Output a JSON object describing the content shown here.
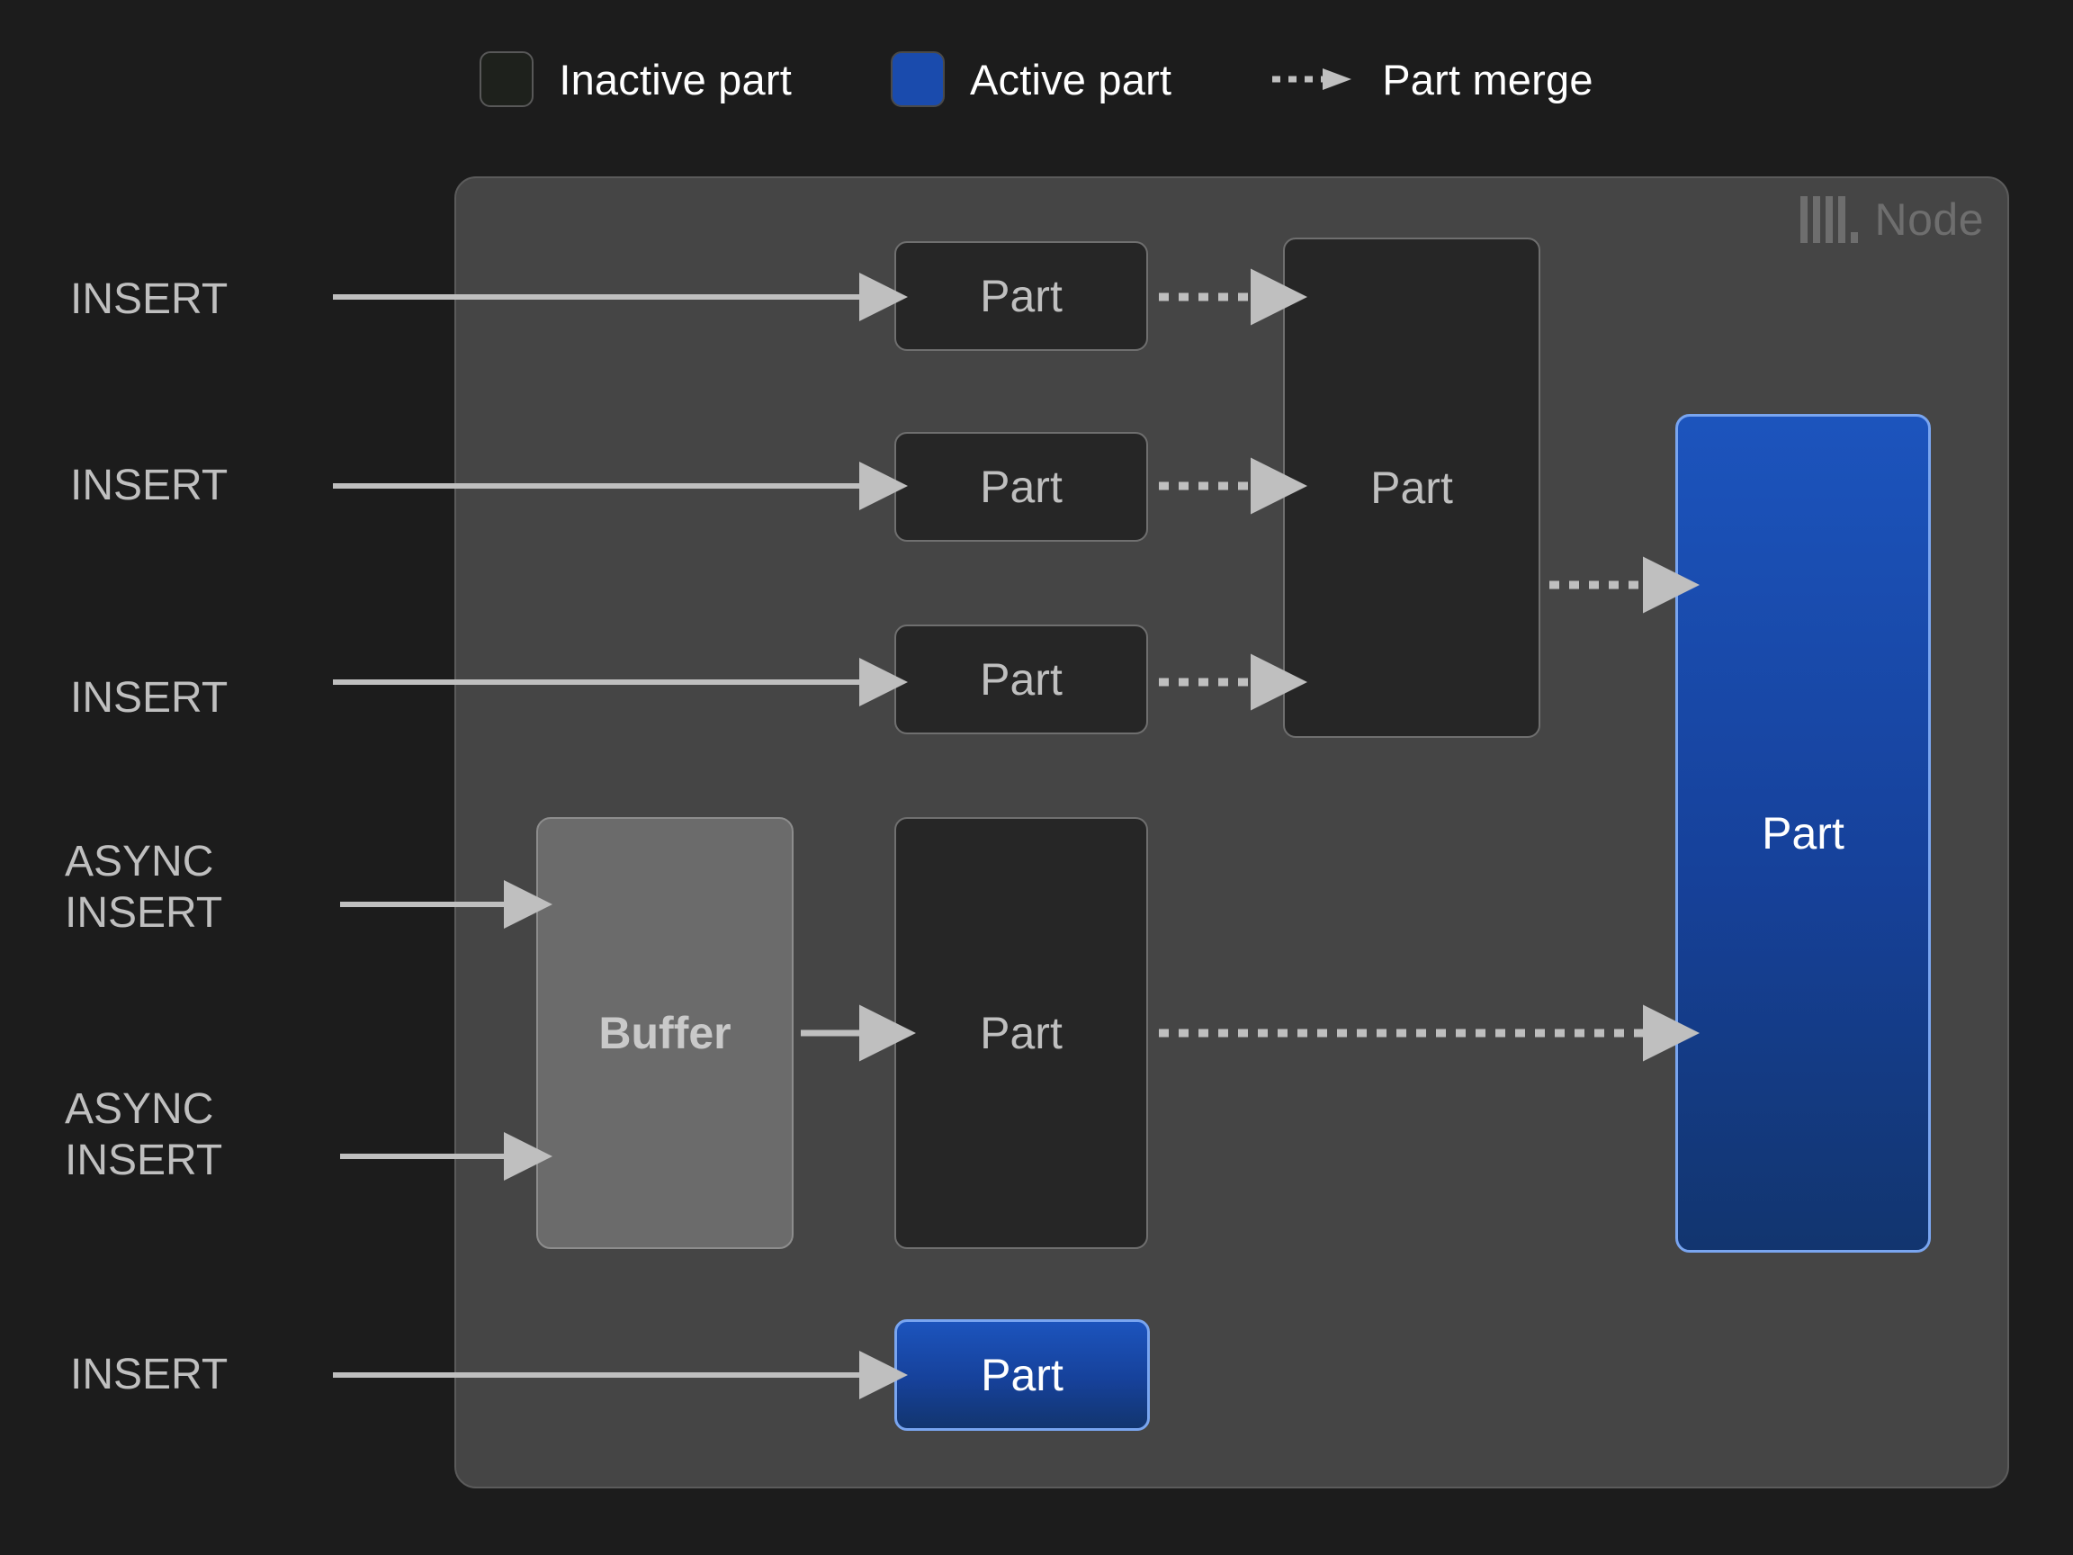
{
  "legend": {
    "items": [
      {
        "id": "inactive-part",
        "label": "Inactive part",
        "swatch": "inactive",
        "color": "#1e211c"
      },
      {
        "id": "active-part",
        "label": "Active part",
        "swatch": "active",
        "color": "#1a4bad"
      },
      {
        "id": "part-merge",
        "label": "Part merge",
        "swatch": "dashed-arrow",
        "color": "#bfbfbf"
      }
    ]
  },
  "node": {
    "label": "Node",
    "logo_icon": "clickhouse-logo-icon",
    "background": "#454545",
    "border": "#5b5b5b"
  },
  "sources": [
    {
      "id": "insert-1",
      "label": "INSERT"
    },
    {
      "id": "insert-2",
      "label": "INSERT"
    },
    {
      "id": "insert-3",
      "label": "INSERT"
    },
    {
      "id": "async-insert-1",
      "label": "ASYNC\nINSERT"
    },
    {
      "id": "async-insert-2",
      "label": "ASYNC\nINSERT"
    },
    {
      "id": "insert-4",
      "label": "INSERT"
    }
  ],
  "boxes": [
    {
      "id": "part-1",
      "label": "Part",
      "state": "inactive"
    },
    {
      "id": "part-2",
      "label": "Part",
      "state": "inactive"
    },
    {
      "id": "part-3",
      "label": "Part",
      "state": "inactive"
    },
    {
      "id": "part-merged-1",
      "label": "Part",
      "state": "inactive"
    },
    {
      "id": "buffer",
      "label": "Buffer",
      "state": "buffer"
    },
    {
      "id": "part-4",
      "label": "Part",
      "state": "inactive"
    },
    {
      "id": "part-final",
      "label": "Part",
      "state": "active"
    },
    {
      "id": "part-5",
      "label": "Part",
      "state": "active"
    }
  ],
  "colors": {
    "page_background": "#1c1c1c",
    "node_background": "#454545",
    "part_inactive_fill": "#262626",
    "part_inactive_border": "#6f6f6f",
    "part_active_fill": "#1a4bad",
    "part_active_border": "#79a5f0",
    "buffer_fill": "#6b6b6b",
    "buffer_border": "#8d8d8d",
    "arrow": "#bfbfbf",
    "text_primary": "#ffffff",
    "text_muted": "#bfbfbf",
    "node_label": "#6e6e6e"
  }
}
